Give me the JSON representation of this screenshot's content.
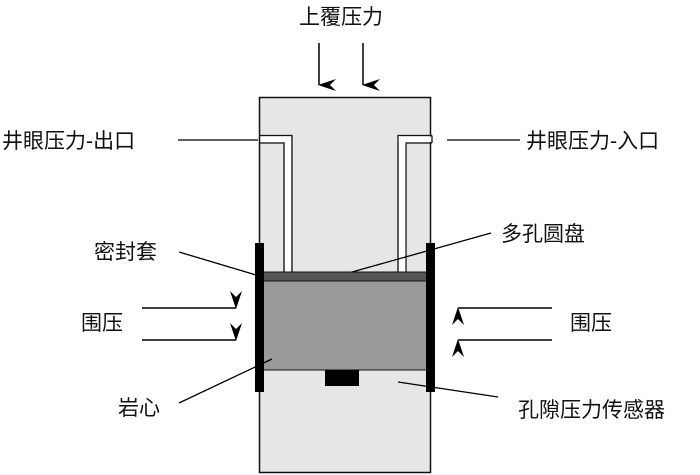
{
  "diagram": {
    "title": "Core holder schematic",
    "labels": {
      "overburden_pressure": "上覆压力",
      "wellbore_pressure_outlet": "井眼压力-出口",
      "wellbore_pressure_inlet": "井眼压力-入口",
      "sealing_sleeve": "密封套",
      "porous_disk": "多孔圆盘",
      "confining_pressure_left": "围压",
      "confining_pressure_right": "围压",
      "rock_core": "岩心",
      "pore_pressure_sensor": "孔隙压力传感器"
    },
    "colors": {
      "vessel_fill": "#e6e6e6",
      "core_fill": "#9a9a9a",
      "disk_fill": "#555555",
      "sleeve_fill": "#000000",
      "stroke": "#111111"
    }
  }
}
